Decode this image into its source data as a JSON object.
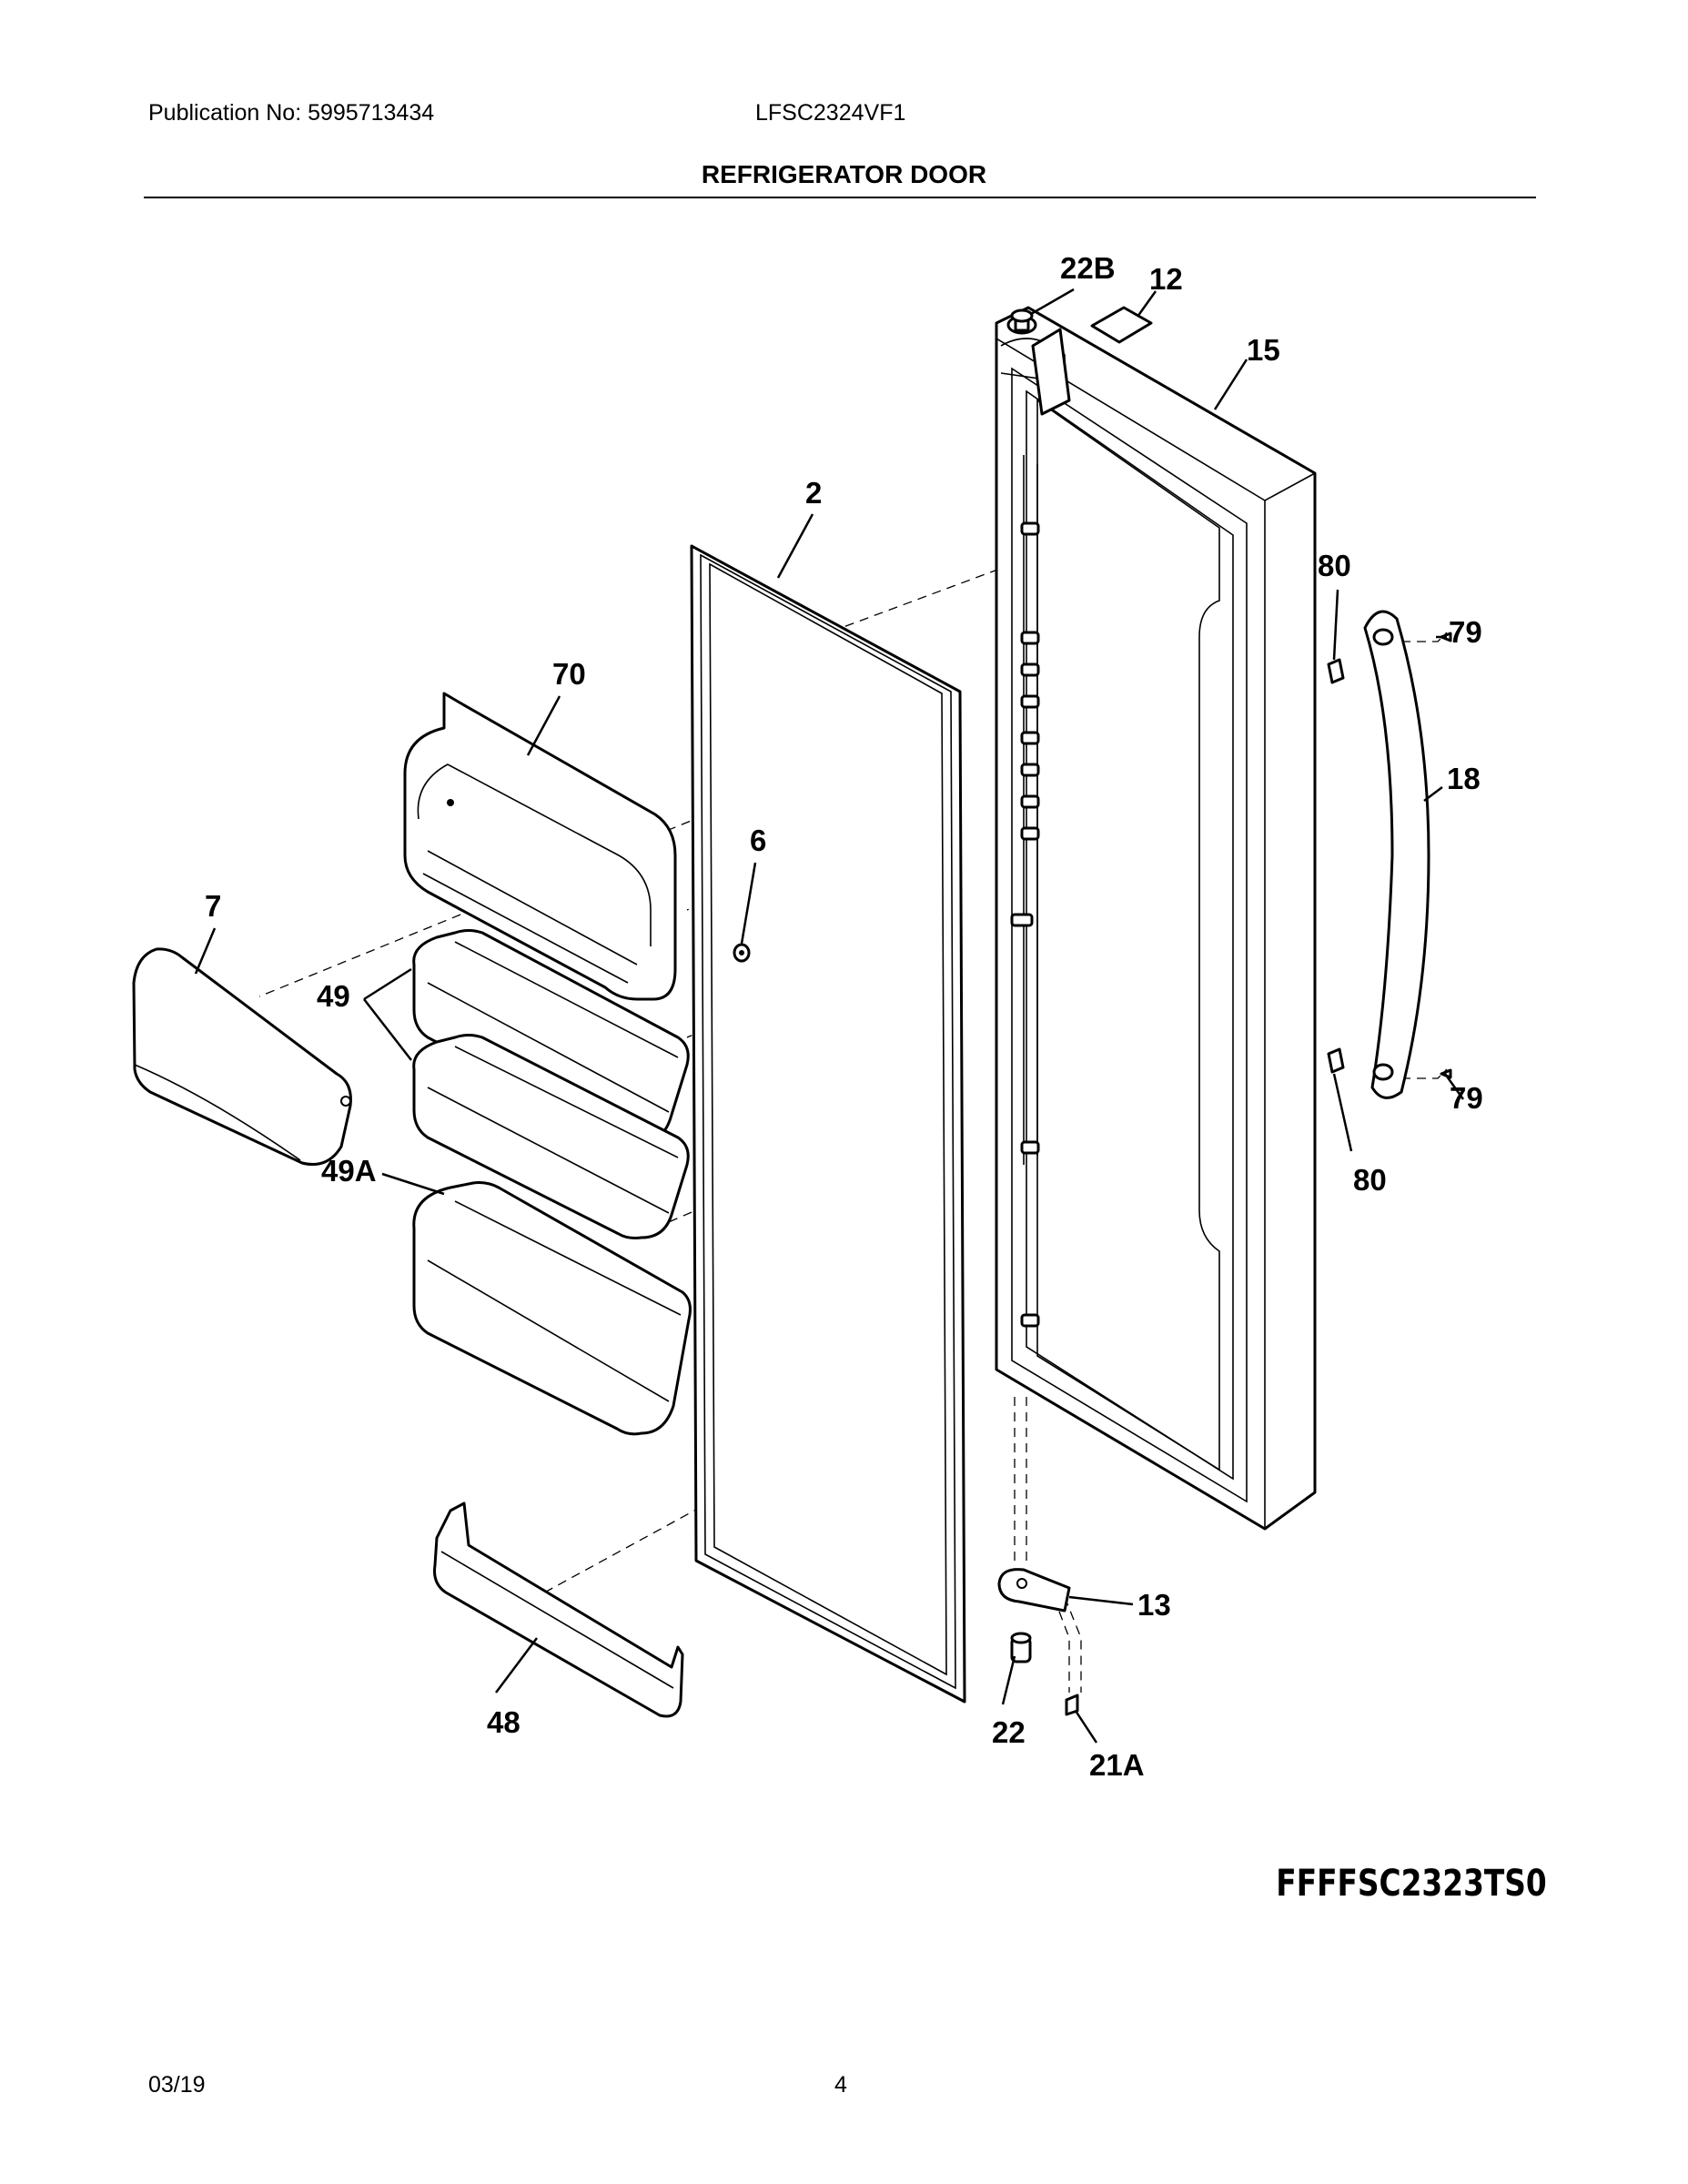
{
  "header": {
    "publication": "Publication No: 5995713434",
    "model": "LFSC2324VF1",
    "title": "REFRIGERATOR DOOR"
  },
  "labels": {
    "l22b": "22B",
    "l12": "12",
    "l15": "15",
    "l2": "2",
    "l80a": "80",
    "l79a": "79",
    "l70": "70",
    "l18": "18",
    "l6": "6",
    "l7": "7",
    "l49": "49",
    "l79b": "79",
    "l80b": "80",
    "l49a": "49A",
    "l13": "13",
    "l48": "48",
    "l22": "22",
    "l21a": "21A"
  },
  "diagram_code": "FFFFSC2323TS0",
  "footer": {
    "date": "03/19",
    "page": "4"
  }
}
